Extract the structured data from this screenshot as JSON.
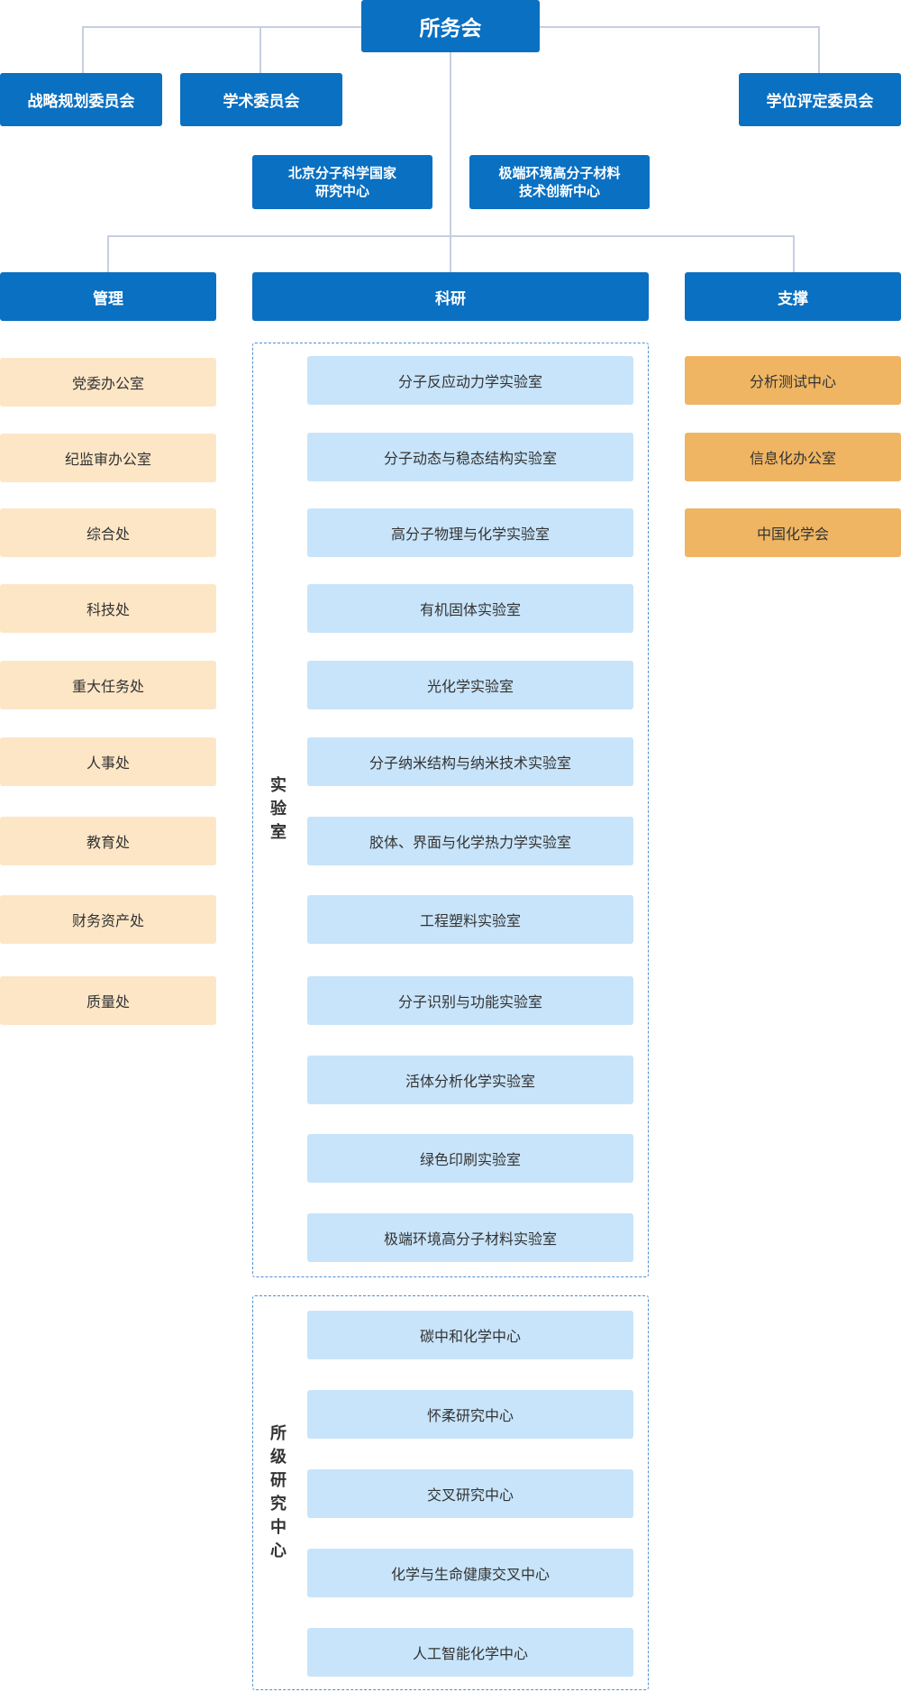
{
  "top": {
    "title": "所务会"
  },
  "committees": {
    "strategy": "战略规划委员会",
    "academic": "学术委员会",
    "degree": "学位评定委员会"
  },
  "centers": {
    "bnlms": "北京分子科学国家\n研究中心",
    "extreme": "极端环境高分子材料\n技术创新中心"
  },
  "columns": {
    "management": "管理",
    "research": "科研",
    "support": "支撑"
  },
  "management": [
    "党委办公室",
    "纪监审办公室",
    "综合处",
    "科技处",
    "重大任务处",
    "人事处",
    "教育处",
    "财务资产处",
    "质量处"
  ],
  "labs": {
    "label": "实\n验\n室",
    "items": [
      "分子反应动力学实验室",
      "分子动态与稳态结构实验室",
      "高分子物理与化学实验室",
      "有机固体实验室",
      "光化学实验室",
      "分子纳米结构与纳米技术实验室",
      "胶体、界面与化学热力学实验室",
      "工程塑料实验室",
      "分子识别与功能实验室",
      "活体分析化学实验室",
      "绿色印刷实验室",
      "极端环境高分子材料实验室"
    ]
  },
  "research_centers": {
    "label": "所\n级\n研\n究\n中\n心",
    "items": [
      "碳中和化学中心",
      "怀柔研究中心",
      "交叉研究中心",
      "化学与生命健康交叉中心",
      "人工智能化学中心"
    ]
  },
  "support": [
    "分析测试中心",
    "信息化办公室",
    "中国化学会"
  ],
  "colors": {
    "primary_blue": "#0a70c2",
    "management_fill": "#fde6c6",
    "lab_fill": "#c8e4fa",
    "support_fill": "#efb563",
    "connector": "#c7cfe0",
    "dashed_border": "#4f8fd0"
  }
}
